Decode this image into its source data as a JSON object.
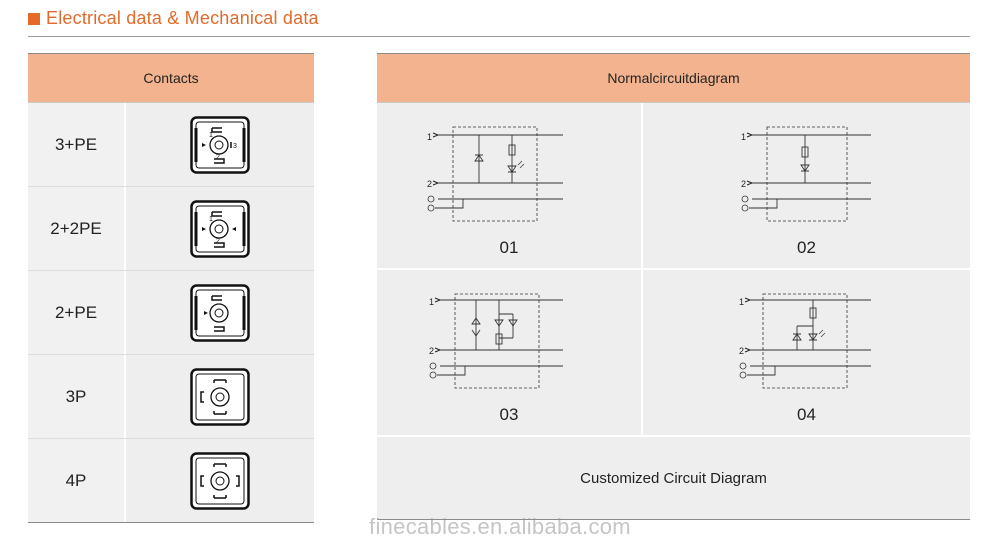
{
  "section": {
    "title": "Electrical data & Mechanical data",
    "accent": "#e36a2a"
  },
  "contacts_table": {
    "header": "Contacts",
    "rows": [
      {
        "label": "3+PE",
        "icon": "connector-3pe-icon"
      },
      {
        "label": "2+2PE",
        "icon": "connector-2-2pe-icon"
      },
      {
        "label": "2+PE",
        "icon": "connector-2pe-icon"
      },
      {
        "label": "3P",
        "icon": "connector-3p-icon"
      },
      {
        "label": "4P",
        "icon": "connector-4p-icon"
      }
    ]
  },
  "circuit_table": {
    "header": "Normalcircuitdiagram",
    "diagrams": [
      {
        "number": "01"
      },
      {
        "number": "02"
      },
      {
        "number": "03"
      },
      {
        "number": "04"
      }
    ],
    "pin_labels": {
      "one": "1",
      "two": "2"
    },
    "footer": "Customized Circuit Diagram"
  },
  "connector_pins": {
    "p1": "1",
    "p2": "2",
    "p3": "3"
  },
  "watermark": "finecables.en.alibaba.com",
  "colors": {
    "header_bg": "#f3b38e",
    "cell_bg": "#eeeeee"
  }
}
